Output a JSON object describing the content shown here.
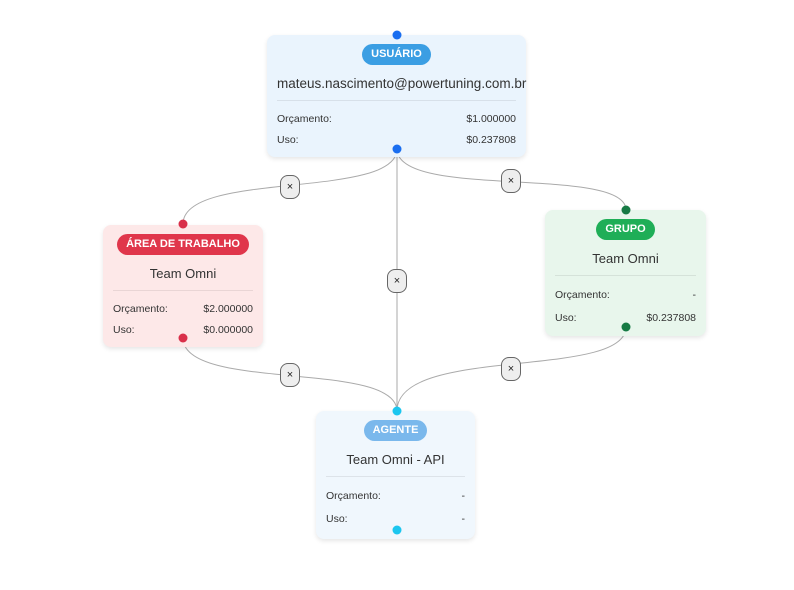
{
  "user": {
    "badge": "USUÁRIO",
    "email": "mateus.nascimento@powertuning.com.br",
    "budget_label": "Orçamento:",
    "budget_value": "$1.000000",
    "usage_label": "Uso:",
    "usage_value": "$0.237808",
    "color": "#3b9ee3",
    "handle_color": "#1a6ef0"
  },
  "workspace": {
    "badge": "ÁREA DE TRABALHO",
    "name": "Team Omni",
    "budget_label": "Orçamento:",
    "budget_value": "$2.000000",
    "usage_label": "Uso:",
    "usage_value": "$0.000000",
    "color": "#e0364b",
    "handle_color": "#d9304a"
  },
  "group": {
    "badge": "GRUPO",
    "name": "Team Omni",
    "budget_label": "Orçamento:",
    "budget_value": "-",
    "usage_label": "Uso:",
    "usage_value": "$0.237808",
    "color": "#1fae57",
    "handle_color": "#167a44"
  },
  "agent": {
    "badge": "AGENTE",
    "name": "Team Omni - API",
    "budget_label": "Orçamento:",
    "budget_value": "-",
    "usage_label": "Uso:",
    "usage_value": "-",
    "color": "#7ab8ec",
    "handle_color": "#1cc6ef"
  },
  "edges": [
    {
      "from": "user",
      "to": "workspace",
      "delete_icon": "×"
    },
    {
      "from": "user",
      "to": "group",
      "delete_icon": "×"
    },
    {
      "from": "user",
      "to": "agent",
      "delete_icon": "×"
    },
    {
      "from": "workspace",
      "to": "agent",
      "delete_icon": "×"
    },
    {
      "from": "group",
      "to": "agent",
      "delete_icon": "×"
    }
  ],
  "edge_color": "#aaaaaa"
}
